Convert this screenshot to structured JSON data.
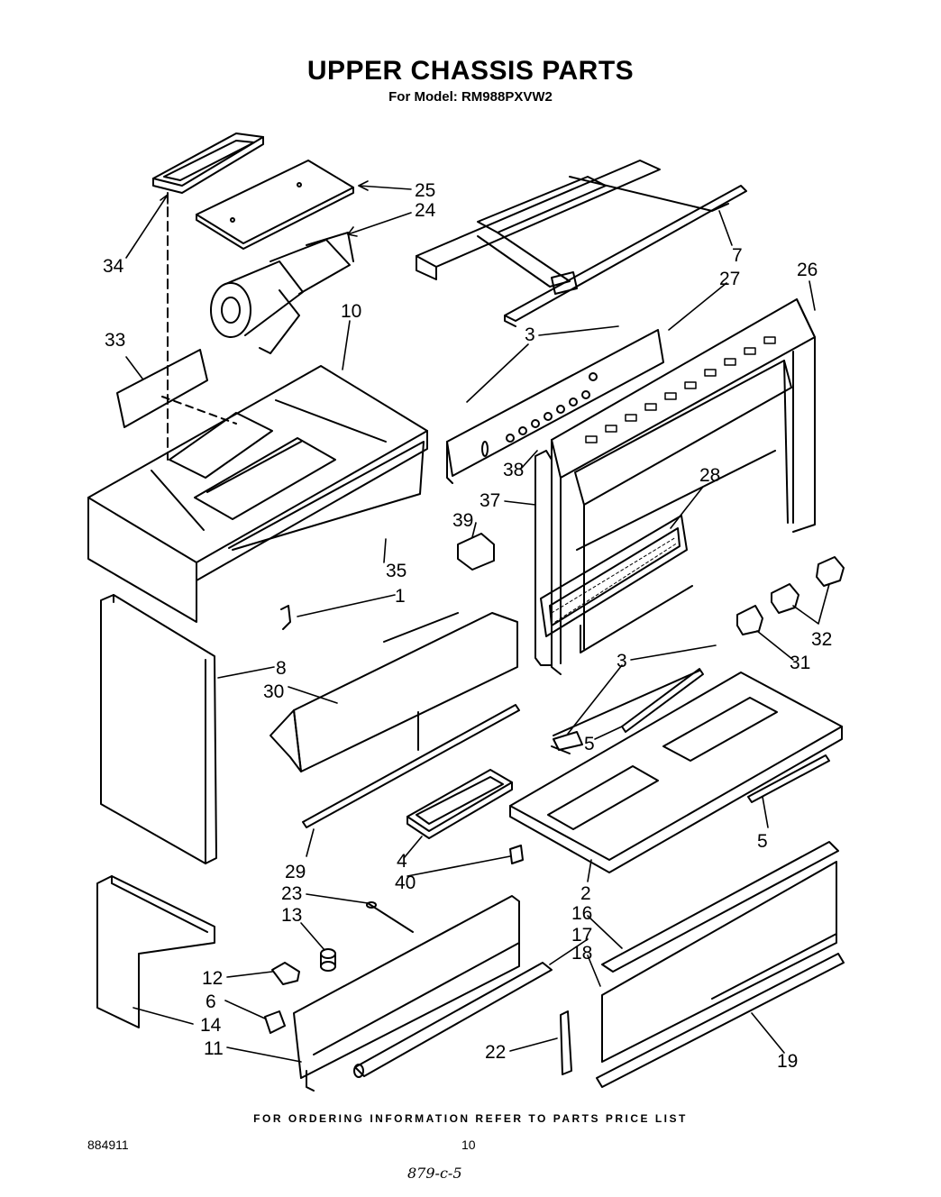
{
  "title": "UPPER CHASSIS PARTS",
  "subtitle": "For Model: RM988PXVW2",
  "callouts": [
    "25",
    "24",
    "34",
    "7",
    "27",
    "26",
    "10",
    "33",
    "3",
    "38",
    "28",
    "37",
    "39",
    "35",
    "1",
    "32",
    "31",
    "8",
    "30",
    "3",
    "5",
    "5",
    "29",
    "4",
    "40",
    "2",
    "23",
    "13",
    "16",
    "17",
    "12",
    "18",
    "6",
    "14",
    "11",
    "22",
    "19"
  ],
  "footer": "FOR ORDERING INFORMATION REFER TO PARTS PRICE LIST",
  "doc_number": "884911",
  "page_number": "10",
  "handwritten_note": "879-c-5"
}
